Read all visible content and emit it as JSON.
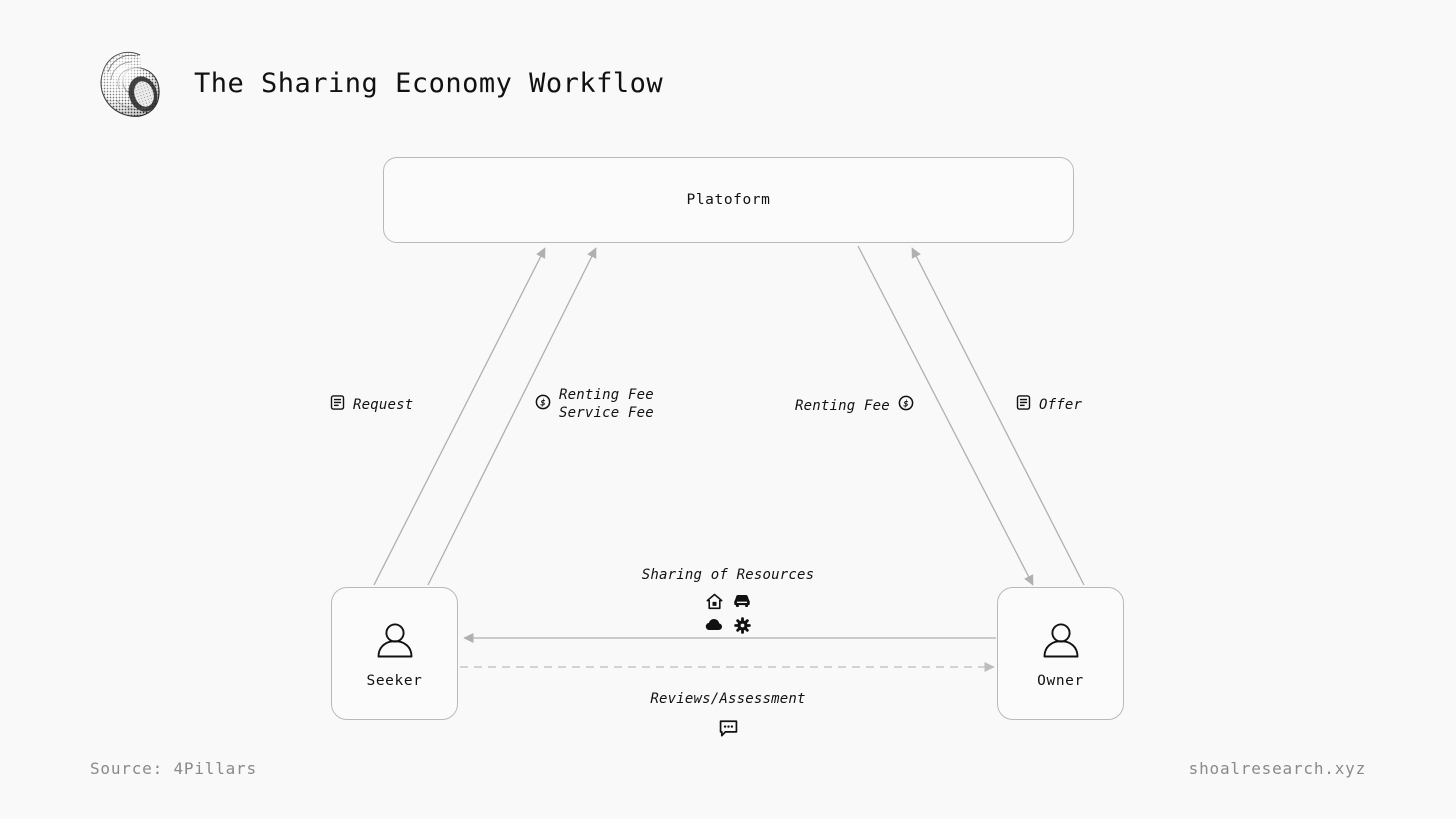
{
  "header": {
    "title": "The Sharing Economy Workflow",
    "logo_icon": "snail-shell-logo"
  },
  "diagram": {
    "type": "flow-diagram",
    "nodes": [
      {
        "id": "platform",
        "label": "Platoform",
        "shape": "rounded-rect"
      },
      {
        "id": "seeker",
        "label": "Seeker",
        "shape": "rounded-square",
        "icon": "person-icon"
      },
      {
        "id": "owner",
        "label": "Owner",
        "shape": "rounded-square",
        "icon": "person-icon"
      }
    ],
    "edges": [
      {
        "id": "request",
        "from": "seeker",
        "to": "platform",
        "label": "Request",
        "icon": "document-icon",
        "icon_position": "left",
        "style": "solid",
        "arrow": "to-platform"
      },
      {
        "id": "fees-to-platform",
        "from": "seeker",
        "to": "platform",
        "label_line1": "Renting Fee",
        "label_line2": "Service Fee",
        "icon": "dollar-circle-icon",
        "icon_position": "left",
        "style": "solid",
        "arrow": "to-platform"
      },
      {
        "id": "renting-fee-payout",
        "from": "platform",
        "to": "owner",
        "label": "Renting Fee",
        "icon": "dollar-circle-icon",
        "icon_position": "right",
        "style": "solid",
        "arrow": "to-owner"
      },
      {
        "id": "offer",
        "from": "owner",
        "to": "platform",
        "label": "Offer",
        "icon": "document-icon",
        "icon_position": "left",
        "style": "solid",
        "arrow": "to-platform"
      },
      {
        "id": "sharing",
        "from": "owner",
        "to": "seeker",
        "label": "Sharing of Resources",
        "style": "solid",
        "arrow": "to-seeker",
        "icons": [
          "home-icon",
          "car-icon",
          "cloud-icon",
          "gear-icon"
        ]
      },
      {
        "id": "reviews",
        "from": "seeker",
        "to": "owner",
        "label": "Reviews/Assessment",
        "style": "dashed",
        "arrow": "to-owner",
        "icons": [
          "chat-bubble-icon"
        ]
      }
    ]
  },
  "labels": {
    "request": "Request",
    "renting_fee": "Renting Fee",
    "service_fee": "Service Fee",
    "renting_fee_right": "Renting Fee",
    "offer": "Offer",
    "sharing_of_resources": "Sharing of Resources",
    "reviews_assessment": "Reviews/Assessment"
  },
  "footer": {
    "source": "Source: 4Pillars",
    "site": "shoalresearch.xyz"
  },
  "colors": {
    "background": "#f9f9f9",
    "text": "#111111",
    "muted_text": "#8a8a8a",
    "line": "#b0b0b0",
    "box_border": "#b9b9b9",
    "box_fill": "#fbfbfb"
  }
}
